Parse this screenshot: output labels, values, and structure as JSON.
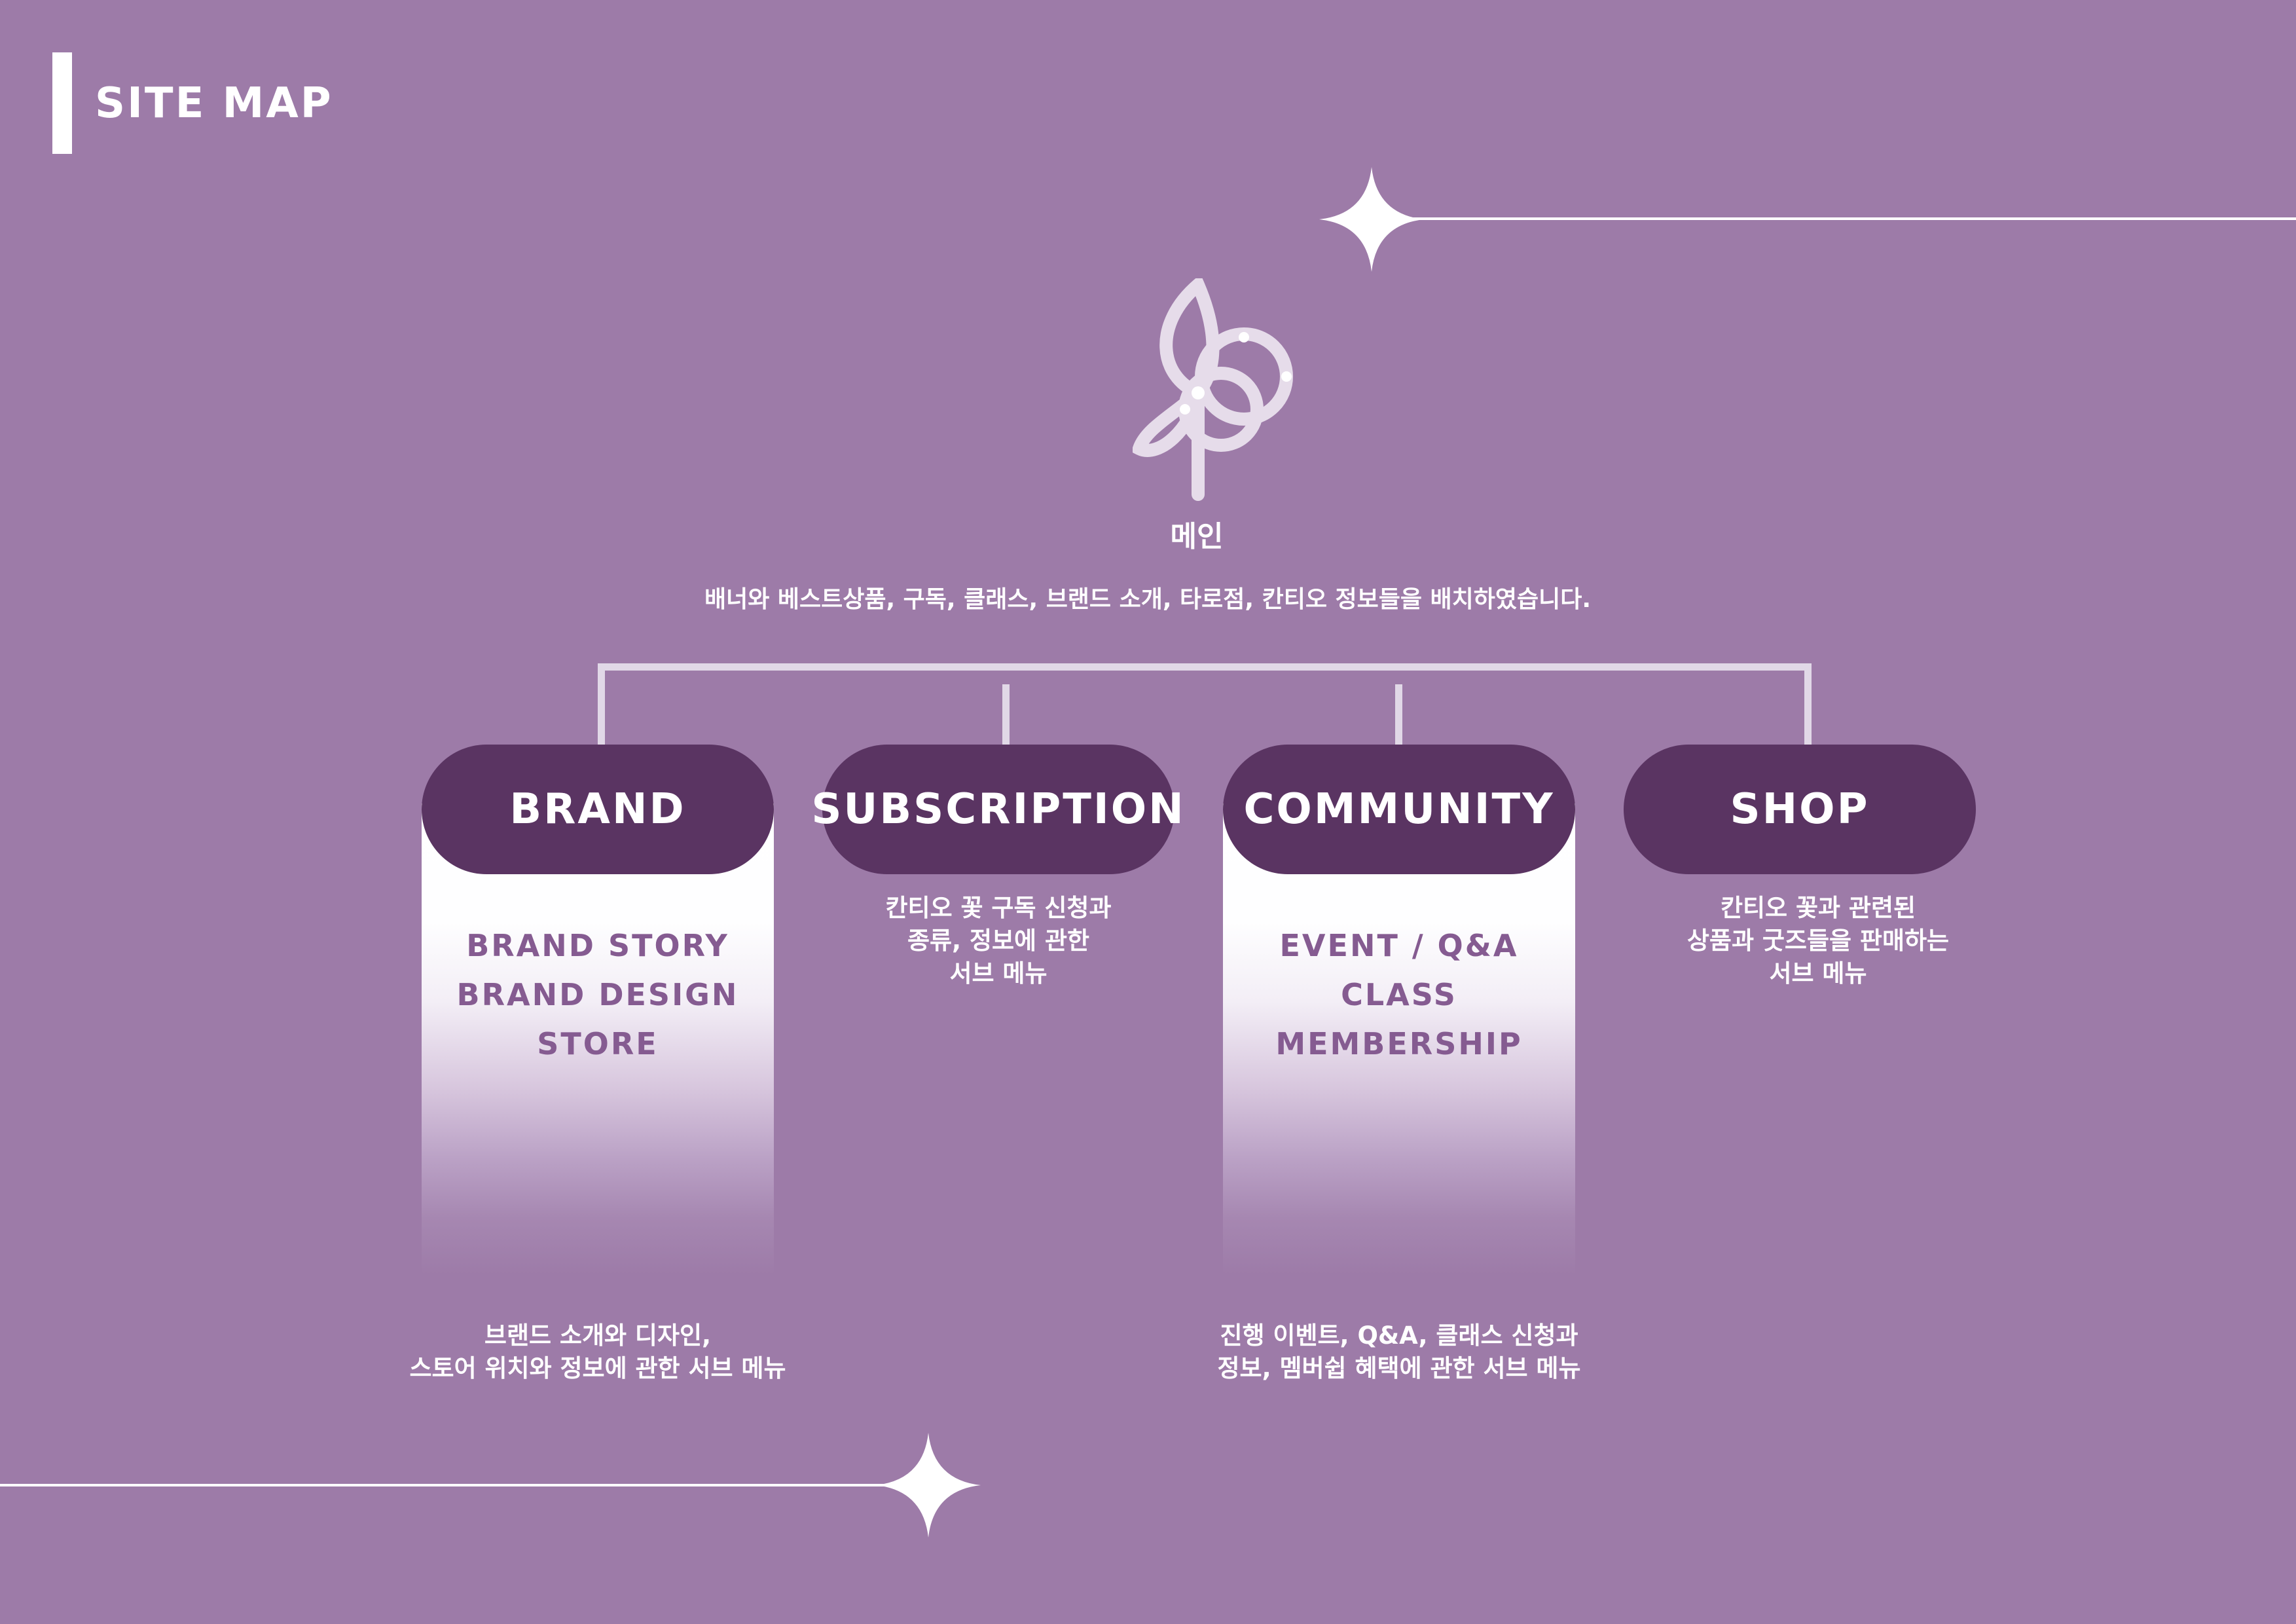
{
  "header": {
    "title": "SITE MAP"
  },
  "main": {
    "label": "메인",
    "description": "배너와 베스트상품, 구독, 클래스, 브랜드 소개, 타로점, 칸티오 정보들을 배치하였습니다."
  },
  "menus": [
    {
      "title": "BRAND",
      "items": [
        "BRAND STORY",
        "BRAND DESIGN",
        "STORE"
      ],
      "description": [
        "브랜드 소개와 디자인,",
        "스토어 위치와 정보에 관한 서브 메뉴"
      ]
    },
    {
      "title": "SUBSCRIPTION",
      "items": [],
      "description": [
        "칸티오 꽃 구독 신청과",
        "종류, 정보에 관한",
        "서브 메뉴"
      ]
    },
    {
      "title": "COMMUNITY",
      "items": [
        "EVENT / Q&A",
        "CLASS",
        "MEMBERSHIP"
      ],
      "description": [
        "진행 이벤트, Q&A, 클래스 신청과",
        "정보, 멤버쉽 혜택에 관한 서브 메뉴"
      ]
    },
    {
      "title": "SHOP",
      "items": [],
      "description": [
        "칸티오 꽃과 관련된",
        "상품과 굿즈들을 판매하는",
        "서브 메뉴"
      ]
    }
  ],
  "colors": {
    "background": "#9d7ba8",
    "pill": "#5a3462",
    "subitem_text": "#855b91",
    "white": "#ffffff"
  },
  "icons": {
    "logo": "flower-logo-icon",
    "sparkle": "sparkle-icon"
  }
}
